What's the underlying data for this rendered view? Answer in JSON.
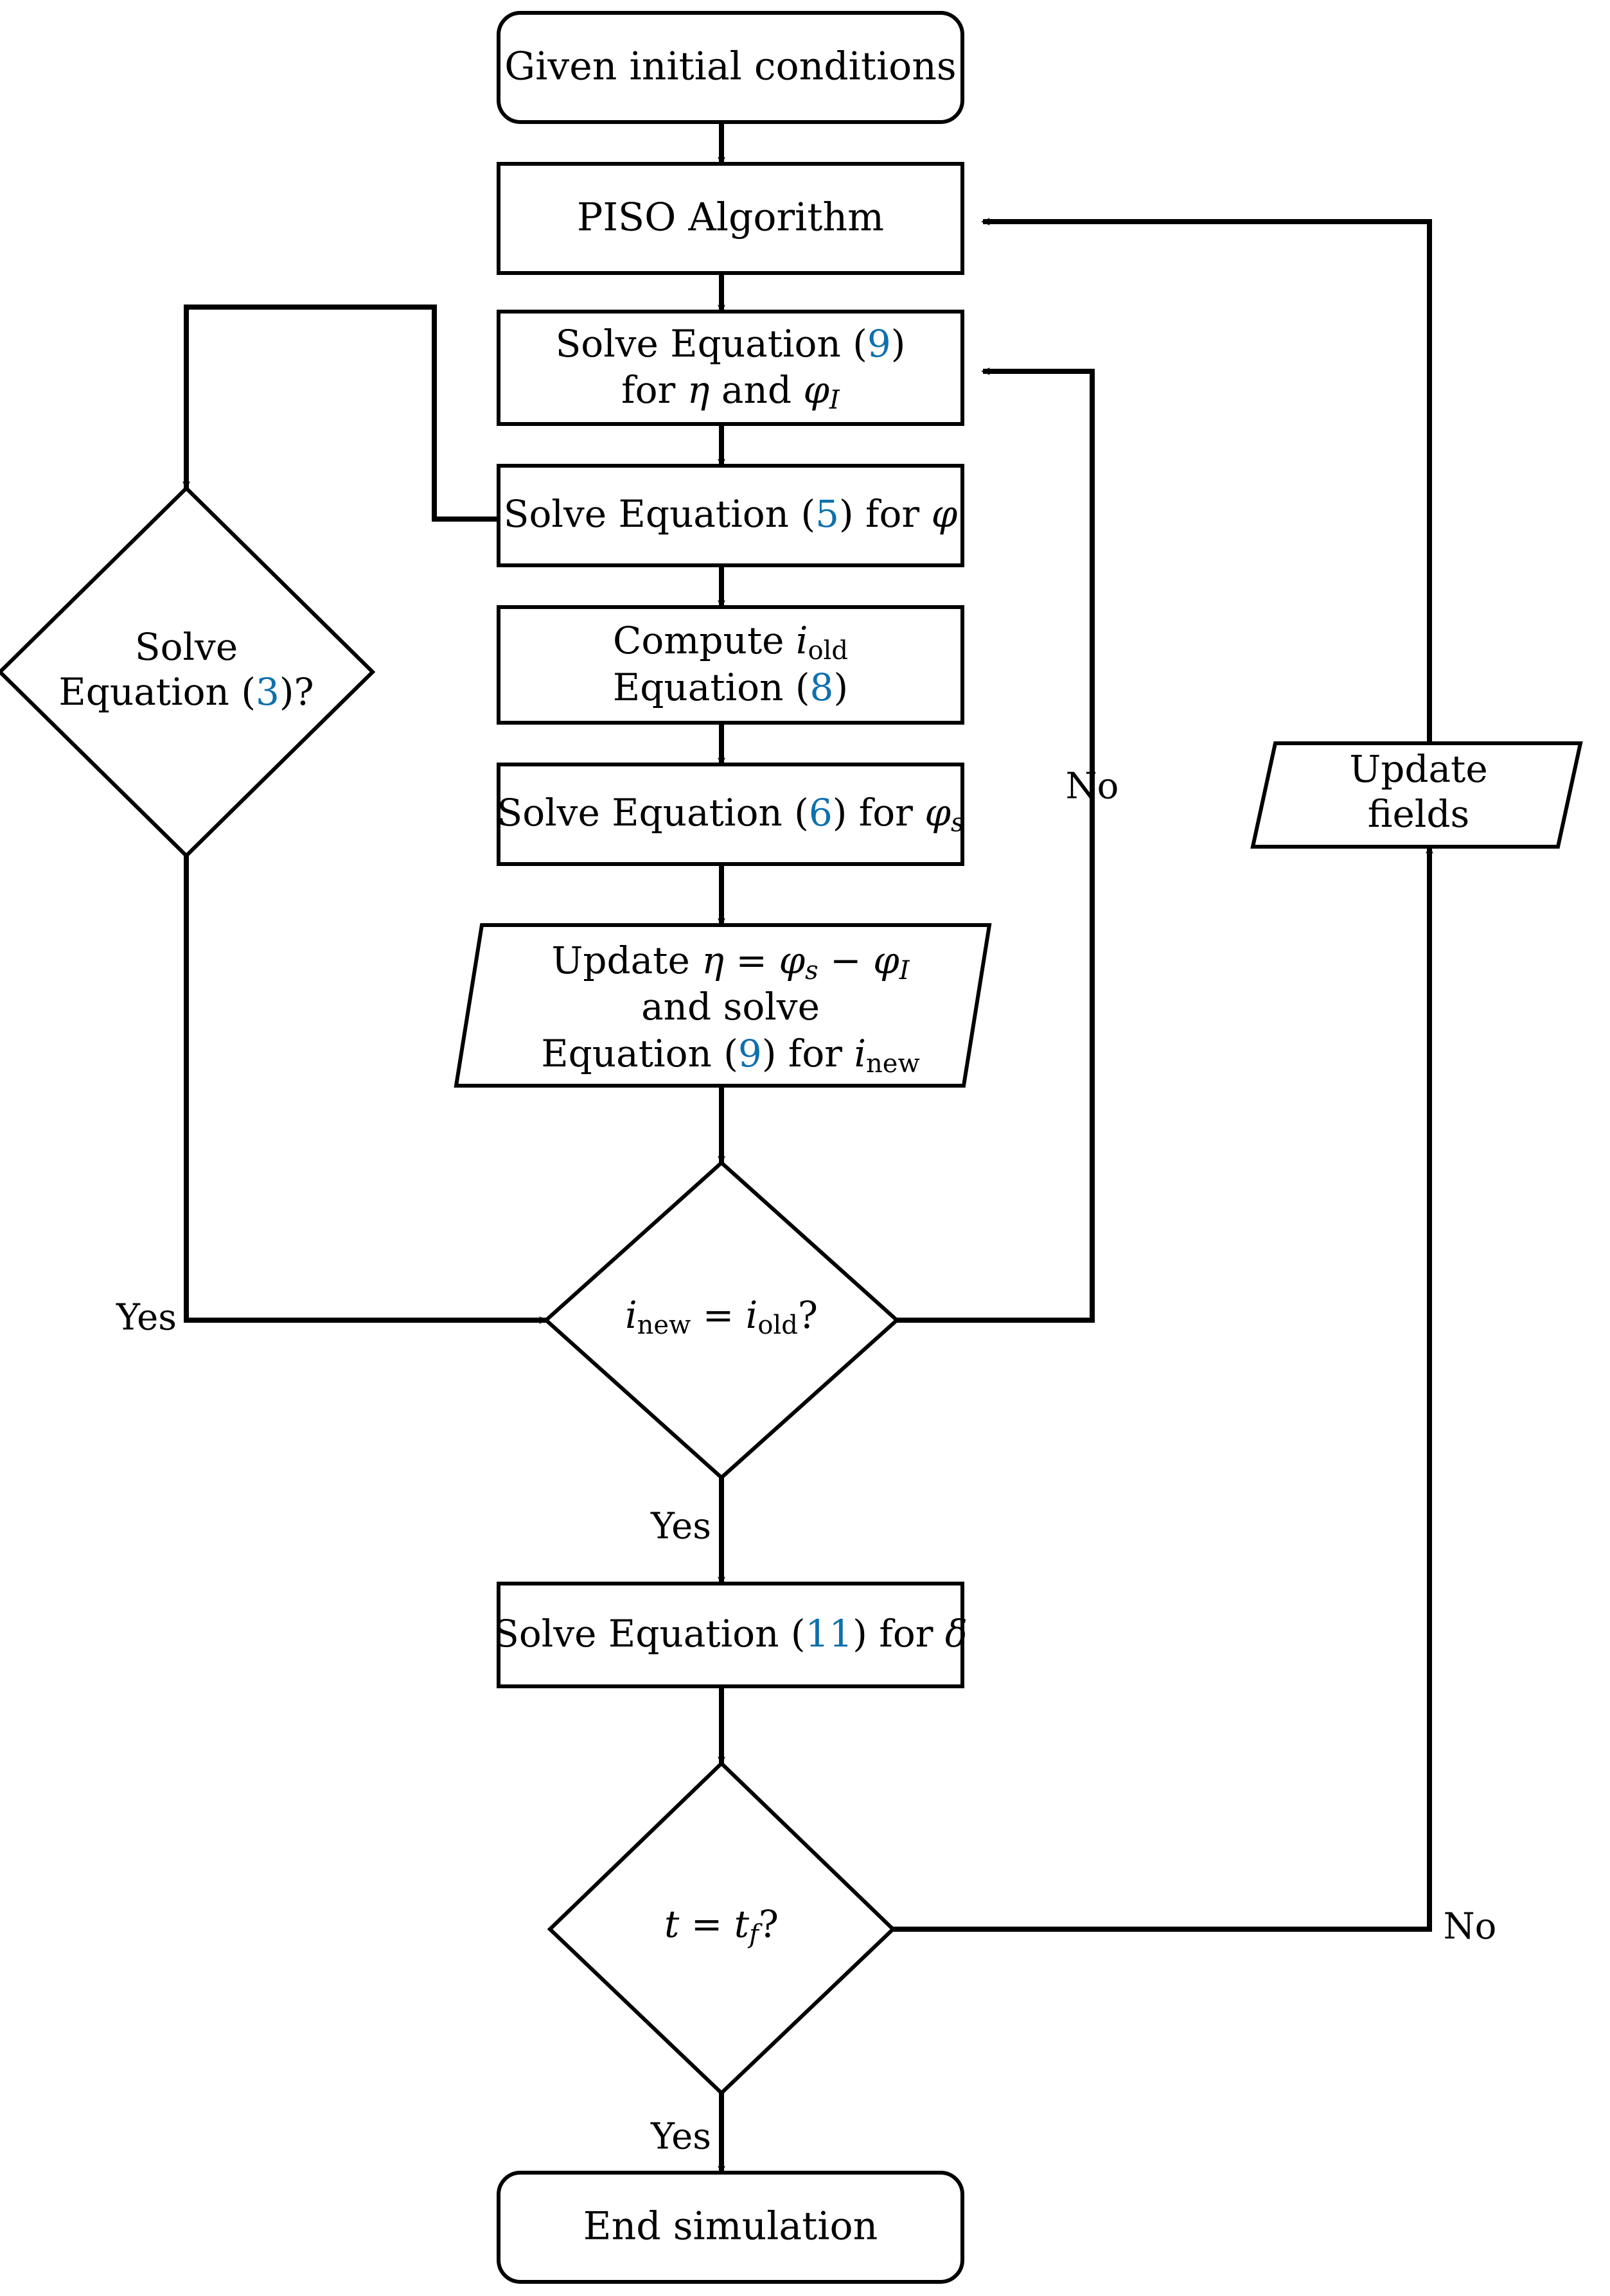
{
  "diagram": {
    "title": "Numerical solution flowchart",
    "accent_color": "#0e70ad",
    "line_color": "#000000",
    "background": "#ffffff"
  },
  "nodes": {
    "start": {
      "shape": "rounded-rect",
      "label": "Given initial conditions"
    },
    "piso": {
      "shape": "rect",
      "label": "PISO Algorithm"
    },
    "eq9_eta": {
      "shape": "rect",
      "line1_pre": "Solve Equation (",
      "line1_num": "9",
      "line1_post": ")",
      "line2_pre": "for ",
      "line2_sym1": "η",
      "line2_mid": " and ",
      "line2_sym2": "φ",
      "line2_sub": "I"
    },
    "eq5_phi": {
      "shape": "rect",
      "pre": "Solve Equation (",
      "num": "5",
      "post": ") for ",
      "sym": "φ"
    },
    "compute_iold": {
      "shape": "rect",
      "line1_pre": "Compute ",
      "line1_sym": "i",
      "line1_sub": "old",
      "line2_pre": "Equation (",
      "line2_num": "8",
      "line2_post": ")"
    },
    "eq6_phis": {
      "shape": "rect",
      "pre": "Solve Equation (",
      "num": "6",
      "post": ") for ",
      "sym": "φ",
      "sub": "s"
    },
    "update_eta": {
      "shape": "parallelogram",
      "line1": "Update η = φₛ − φᵢ",
      "line1_pre": "Update ",
      "line1_eta": "η",
      "line1_eq": " = ",
      "line1_phis": "φ",
      "line1_phis_sub": "s",
      "line1_minus": " − ",
      "line1_phii": "φ",
      "line1_phii_sub": "I",
      "line2": "and solve",
      "line3_pre": "Equation (",
      "line3_num": "9",
      "line3_post": ") for ",
      "line3_sym": "i",
      "line3_sub": "new"
    },
    "decide_eq3": {
      "shape": "diamond",
      "line1": "Solve",
      "line2_pre": "Equation (",
      "line2_num": "3",
      "line2_post": ")?"
    },
    "decide_inew": {
      "shape": "diamond",
      "sym1": "i",
      "sub1": "new",
      "eq": " = ",
      "sym2": "i",
      "sub2": "old",
      "q": "?"
    },
    "eq11_delta": {
      "shape": "rect",
      "pre": "Solve Equation (",
      "num": "11",
      "post": ") for ",
      "sym": "δ"
    },
    "decide_tf": {
      "shape": "diamond",
      "sym1": "t",
      "eq": " = ",
      "sym2": "t",
      "sub2": "f",
      "q": "?"
    },
    "update_fields": {
      "shape": "parallelogram",
      "line1": "Update",
      "line2": "fields"
    },
    "end": {
      "shape": "rounded-rect",
      "label": "End simulation"
    }
  },
  "edge_labels": {
    "eq3_yes": "Yes",
    "inew_no": "No",
    "inew_yes": "Yes",
    "tf_no": "No",
    "tf_yes": "Yes"
  },
  "edges": [
    {
      "from": "start",
      "to": "piso",
      "label": ""
    },
    {
      "from": "piso",
      "to": "eq9_eta",
      "label": ""
    },
    {
      "from": "eq9_eta",
      "to": "eq5_phi",
      "label": ""
    },
    {
      "from": "eq5_phi",
      "to": "compute_iold",
      "label": ""
    },
    {
      "from": "compute_iold",
      "to": "eq6_phis",
      "label": ""
    },
    {
      "from": "eq6_phis",
      "to": "update_eta",
      "label": ""
    },
    {
      "from": "update_eta",
      "to": "decide_inew",
      "label": ""
    },
    {
      "from": "eq5_phi",
      "to": "decide_eq3",
      "label": ""
    },
    {
      "from": "decide_eq3",
      "to": "decide_inew",
      "label": "Yes"
    },
    {
      "from": "decide_inew",
      "to": "eq9_eta",
      "label": "No"
    },
    {
      "from": "decide_inew",
      "to": "eq11_delta",
      "label": "Yes"
    },
    {
      "from": "eq11_delta",
      "to": "decide_tf",
      "label": ""
    },
    {
      "from": "decide_tf",
      "to": "update_fields",
      "label": "No"
    },
    {
      "from": "update_fields",
      "to": "piso",
      "label": ""
    },
    {
      "from": "decide_tf",
      "to": "end",
      "label": "Yes"
    }
  ]
}
